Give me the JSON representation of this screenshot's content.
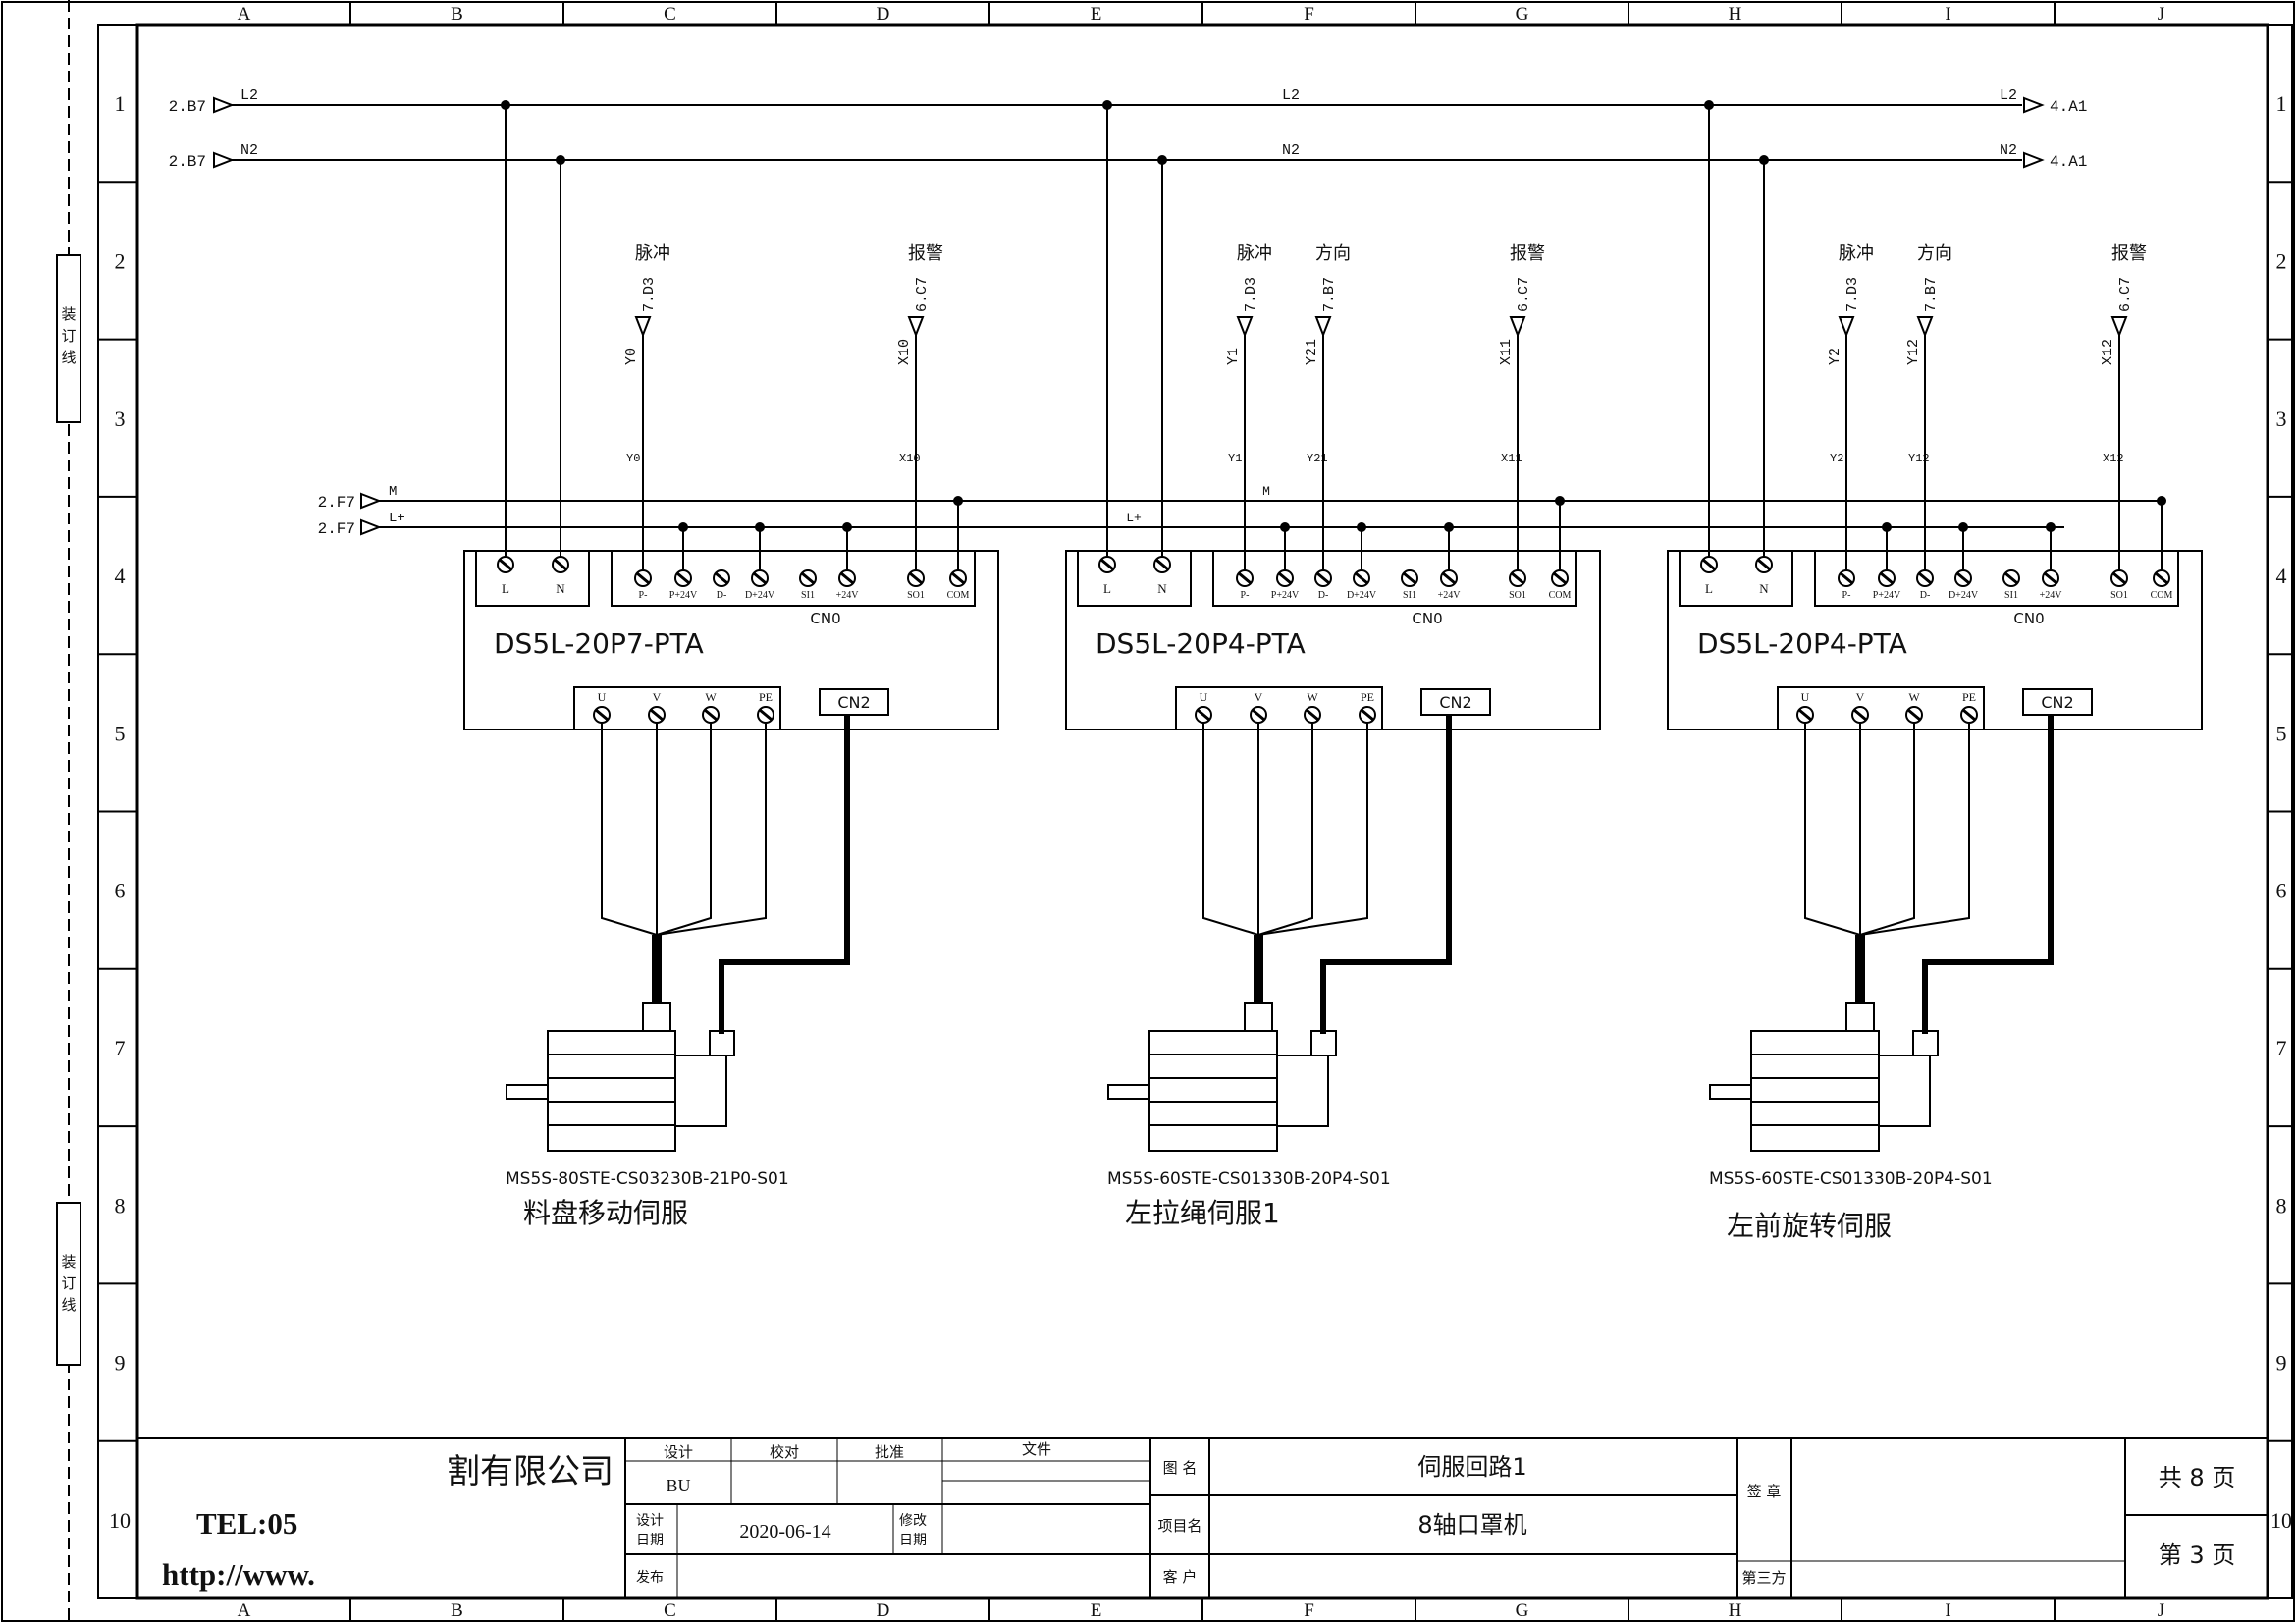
{
  "frame": {
    "columns": [
      "A",
      "B",
      "C",
      "D",
      "E",
      "F",
      "G",
      "H",
      "I",
      "J"
    ],
    "rows": [
      "1",
      "2",
      "3",
      "4",
      "5",
      "6",
      "7",
      "8",
      "9",
      "10"
    ],
    "binding_line": "装订线"
  },
  "power_bus": {
    "l2_in_ref": "2.B7",
    "l2_label": "L2",
    "l2_out_ref": "4.A1",
    "n2_in_ref": "2.B7",
    "n2_label": "N2",
    "n2_out_ref": "4.A1",
    "m_ref": "2.F7",
    "m_label": "M",
    "lp_ref": "2.F7",
    "lp_label": "L+"
  },
  "drives": [
    {
      "model": "DS5L-20P7-PTA",
      "motor": "MS5S-80STE-CS03230B-21P0-S01",
      "name": "料盘移动伺服",
      "cn0": "CN0",
      "cn2": "CN2",
      "power_terms": [
        "L",
        "N"
      ],
      "cn0_terms": [
        "P-",
        "P+24V",
        "D-",
        "D+24V",
        "SI1",
        "+24V",
        "SO1",
        "COM"
      ],
      "motor_terms": [
        "U",
        "V",
        "W",
        "PE"
      ],
      "signals": [
        {
          "title": "脉冲",
          "ref": "7.D3",
          "tag": "Y0",
          "wire": "Y0"
        },
        {
          "title": "报警",
          "ref": "6.C7",
          "tag": "X10",
          "wire": "X10"
        }
      ]
    },
    {
      "model": "DS5L-20P4-PTA",
      "motor": "MS5S-60STE-CS01330B-20P4-S01",
      "name": "左拉绳伺服1",
      "cn0": "CN0",
      "cn2": "CN2",
      "power_terms": [
        "L",
        "N"
      ],
      "cn0_terms": [
        "P-",
        "P+24V",
        "D-",
        "D+24V",
        "SI1",
        "+24V",
        "SO1",
        "COM"
      ],
      "motor_terms": [
        "U",
        "V",
        "W",
        "PE"
      ],
      "signals": [
        {
          "title": "脉冲",
          "ref": "7.D3",
          "tag": "Y1",
          "wire": "Y1"
        },
        {
          "title": "方向",
          "ref": "7.B7",
          "tag": "Y21",
          "wire": "Y21"
        },
        {
          "title": "报警",
          "ref": "6.C7",
          "tag": "X11",
          "wire": "X11"
        }
      ]
    },
    {
      "model": "DS5L-20P4-PTA",
      "motor": "MS5S-60STE-CS01330B-20P4-S01",
      "name": "左前旋转伺服",
      "cn0": "CN0",
      "cn2": "CN2",
      "power_terms": [
        "L",
        "N"
      ],
      "cn0_terms": [
        "P-",
        "P+24V",
        "D-",
        "D+24V",
        "SI1",
        "+24V",
        "SO1",
        "COM"
      ],
      "motor_terms": [
        "U",
        "V",
        "W",
        "PE"
      ],
      "signals": [
        {
          "title": "脉冲",
          "ref": "7.D3",
          "tag": "Y2",
          "wire": "Y2"
        },
        {
          "title": "方向",
          "ref": "7.B7",
          "tag": "Y12",
          "wire": "Y12"
        },
        {
          "title": "报警",
          "ref": "6.C7",
          "tag": "X12",
          "wire": "X12"
        }
      ]
    }
  ],
  "title_block": {
    "company": "割有限公司",
    "tel": "TEL:05",
    "url": "http://www.",
    "design_label": "设计",
    "designer": "BU",
    "check_label": "校对",
    "approve_label": "批准",
    "file_label": "文件",
    "design_date_label": "设计日期",
    "design_date": "2020-06-14",
    "modify_date_label": "修改日期",
    "publish_label": "发布",
    "drawing_name_label": "图 名",
    "drawing_name": "伺服回路1",
    "project_label": "项目名",
    "project": "8轴口罩机",
    "customer_label": "客 户",
    "sign_label": "签 章",
    "third_party_label": "第三方",
    "total_pages": "共 8 页",
    "page": "第 3 页"
  }
}
